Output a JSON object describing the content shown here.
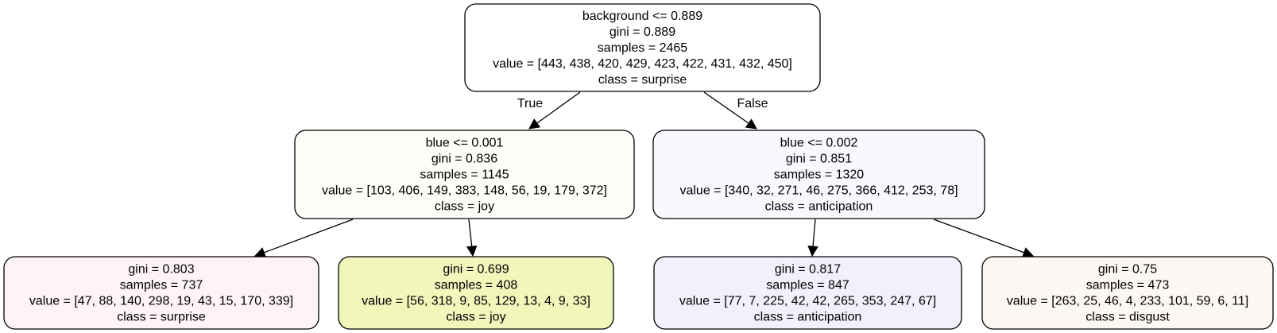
{
  "tree": {
    "nodes": [
      {
        "id": "n0",
        "lines": [
          "background <= 0.889",
          "gini = 0.889",
          "samples = 2465",
          "value = [443, 438, 420, 429, 423, 422, 431, 432, 450]",
          "class = surprise"
        ],
        "fill": "#ffffff"
      },
      {
        "id": "n1",
        "lines": [
          "blue <= 0.001",
          "gini = 0.836",
          "samples = 1145",
          "value = [103, 406, 149, 383, 148, 56, 19, 179, 372]",
          "class = joy"
        ],
        "fill": "#fefef9"
      },
      {
        "id": "n2",
        "lines": [
          "blue <= 0.002",
          "gini = 0.851",
          "samples = 1320",
          "value = [340, 32, 271, 46, 275, 366, 412, 253, 78]",
          "class = anticipation"
        ],
        "fill": "#f9f8fe"
      },
      {
        "id": "n3",
        "lines": [
          "gini = 0.803",
          "samples = 737",
          "value = [47, 88, 140, 298, 19, 43, 15, 170, 339]",
          "class = surprise"
        ],
        "fill": "#fef4f7"
      },
      {
        "id": "n4",
        "lines": [
          "gini = 0.699",
          "samples = 408",
          "value = [56, 318, 9, 85, 129, 13, 4, 9, 33]",
          "class = joy"
        ],
        "fill": "#f1f6bb"
      },
      {
        "id": "n5",
        "lines": [
          "gini = 0.817",
          "samples = 847",
          "value = [77, 7, 225, 42, 42, 265, 353, 247, 67]",
          "class = anticipation"
        ],
        "fill": "#f3effb"
      },
      {
        "id": "n6",
        "lines": [
          "gini = 0.75",
          "samples = 473",
          "value = [263, 25, 46, 4, 233, 101, 59, 6, 11]",
          "class = disgust"
        ],
        "fill": "#fcf7f2"
      }
    ],
    "edges": [
      {
        "from": "n0",
        "to": "n1",
        "label": "True"
      },
      {
        "from": "n0",
        "to": "n2",
        "label": "False"
      },
      {
        "from": "n1",
        "to": "n3",
        "label": ""
      },
      {
        "from": "n1",
        "to": "n4",
        "label": ""
      },
      {
        "from": "n2",
        "to": "n5",
        "label": ""
      },
      {
        "from": "n2",
        "to": "n6",
        "label": ""
      }
    ]
  }
}
